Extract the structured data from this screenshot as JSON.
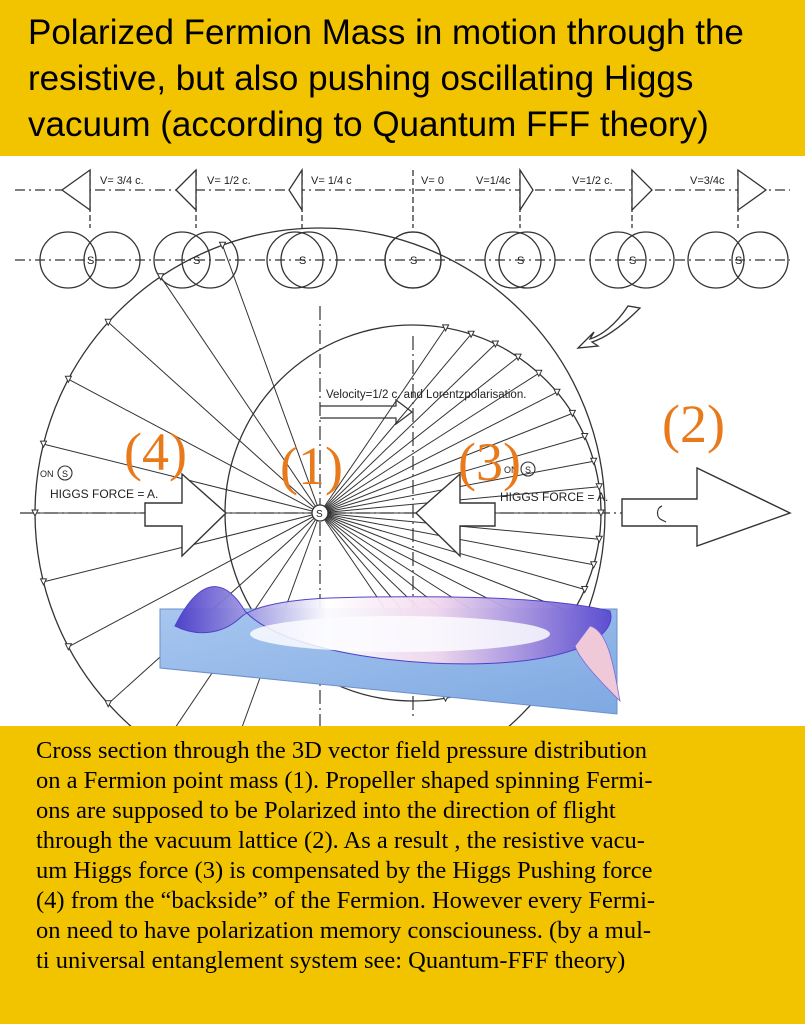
{
  "title": {
    "lines": [
      "Polarized Fermion Mass in motion through the",
      "resistive, but also pushing oscillating Higgs",
      "vacuum (according to Quantum FFF theory)"
    ]
  },
  "diagram": {
    "velocity_labels": [
      "V= 3/4 c.",
      "V= 1/2 c.",
      "V= 1/4 c",
      "V= 0",
      "V=1/4c",
      "V=1/2 c.",
      "V=3/4c"
    ],
    "sphere_mark": "S",
    "velocity_note": "Velocity=1/2 c. and Lorentzpolarisation.",
    "on_label": "ON",
    "higgs_force_left": "HIGGS FORCE = A.",
    "higgs_force_right": "HIGGS FORCE = A.",
    "center_mark": "S",
    "numbers": [
      "(4)",
      "(1)",
      "(3)",
      "(2)"
    ],
    "colors": {
      "numbers": "#e87a1c",
      "surface": "#8fb6e8",
      "ridge": "#5a4ad0"
    }
  },
  "caption": {
    "lines": [
      "Cross section through the 3D vector field pressure distribution",
      "on a Fermion point mass (1). Propeller shaped spinning Fermi-",
      "ons are supposed to be Polarized into the direction of flight",
      "through the vacuum lattice (2).  As a result , the resistive vacu-",
      "um Higgs force (3) is compensated by the Higgs Pushing force",
      "(4) from the “backside” of the Fermion. However every Fermi-",
      "on need to have polarization memory consciouness. (by a mul-",
      "ti universal entanglement system see: Quantum-FFF theory)"
    ]
  }
}
